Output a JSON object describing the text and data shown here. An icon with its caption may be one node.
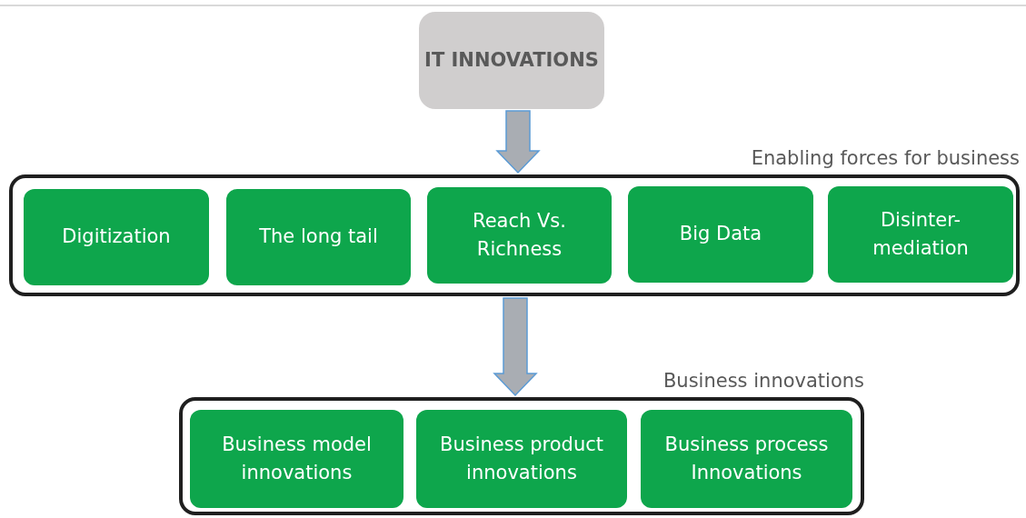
{
  "diagram": {
    "nodes": [
      {
        "text": [
          "IT INNOVATIONS"
        ]
      },
      {
        "text": [
          "Enabling forces for business"
        ]
      },
      {
        "text": [
          "Digitization"
        ],
        "in": 1
      },
      {
        "text": [
          "The long tail"
        ],
        "in": 1
      },
      {
        "text": [
          "Reach Vs. Richness"
        ],
        "in": 1
      },
      {
        "text": [
          "Big Data"
        ],
        "in": 1
      },
      {
        "text": [
          "Disinter-mediation"
        ],
        "in": 1
      },
      {
        "text": [
          "Business innovations"
        ]
      },
      {
        "text": [
          "Business model innovations"
        ],
        "in": 7
      },
      {
        "text": [
          "Business product innovations"
        ],
        "in": 7
      },
      {
        "text": [
          "Business process Innovations"
        ],
        "in": 7
      }
    ],
    "edges": [
      {
        "from": 0,
        "to": 1,
        "arrow": "to"
      },
      {
        "from": 1,
        "to": 7,
        "arrow": "to"
      }
    ]
  }
}
